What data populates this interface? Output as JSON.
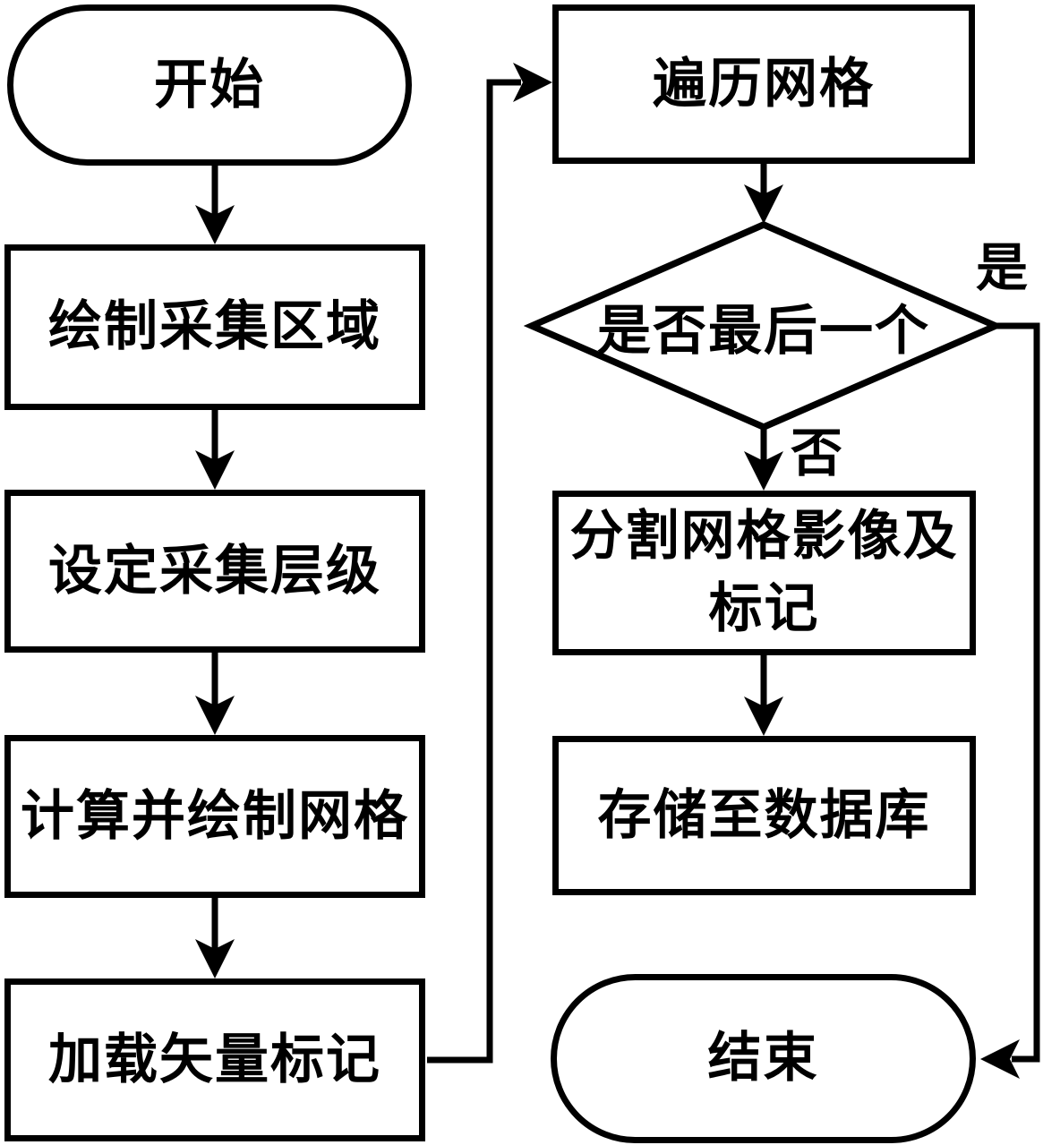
{
  "figure": {
    "type": "flowchart",
    "language": "zh",
    "background": "#ffffff"
  },
  "colors": {
    "stroke": "#000000",
    "fill": "#ffffff",
    "text": "#000000"
  },
  "nodes": {
    "start": {
      "label": "开始",
      "shape": "stadium"
    },
    "draw_area": {
      "label": "绘制采集区域",
      "shape": "rect"
    },
    "set_level": {
      "label": "设定采集层级",
      "shape": "rect"
    },
    "compute_grid": {
      "label": "计算并绘制网格",
      "shape": "rect"
    },
    "load_markers": {
      "label": "加载矢量标记",
      "shape": "rect"
    },
    "traverse": {
      "label": "遍历网格",
      "shape": "rect"
    },
    "is_last": {
      "label": "是否最后一个",
      "shape": "diamond"
    },
    "split_image": {
      "label": "分割网格影像及标记",
      "shape": "rect"
    },
    "store_db": {
      "label": "存储至数据库",
      "shape": "rect"
    },
    "end": {
      "label": "结束",
      "shape": "stadium"
    }
  },
  "edge_labels": {
    "yes": "是",
    "no": "否"
  },
  "edges": [
    {
      "from": "start",
      "to": "draw_area",
      "label": ""
    },
    {
      "from": "draw_area",
      "to": "set_level",
      "label": ""
    },
    {
      "from": "set_level",
      "to": "compute_grid",
      "label": ""
    },
    {
      "from": "compute_grid",
      "to": "load_markers",
      "label": ""
    },
    {
      "from": "load_markers",
      "to": "traverse",
      "label": ""
    },
    {
      "from": "traverse",
      "to": "is_last",
      "label": ""
    },
    {
      "from": "is_last",
      "to": "split_image",
      "label": "否"
    },
    {
      "from": "split_image",
      "to": "store_db",
      "label": ""
    },
    {
      "from": "is_last",
      "to": "end",
      "label": "是"
    }
  ]
}
